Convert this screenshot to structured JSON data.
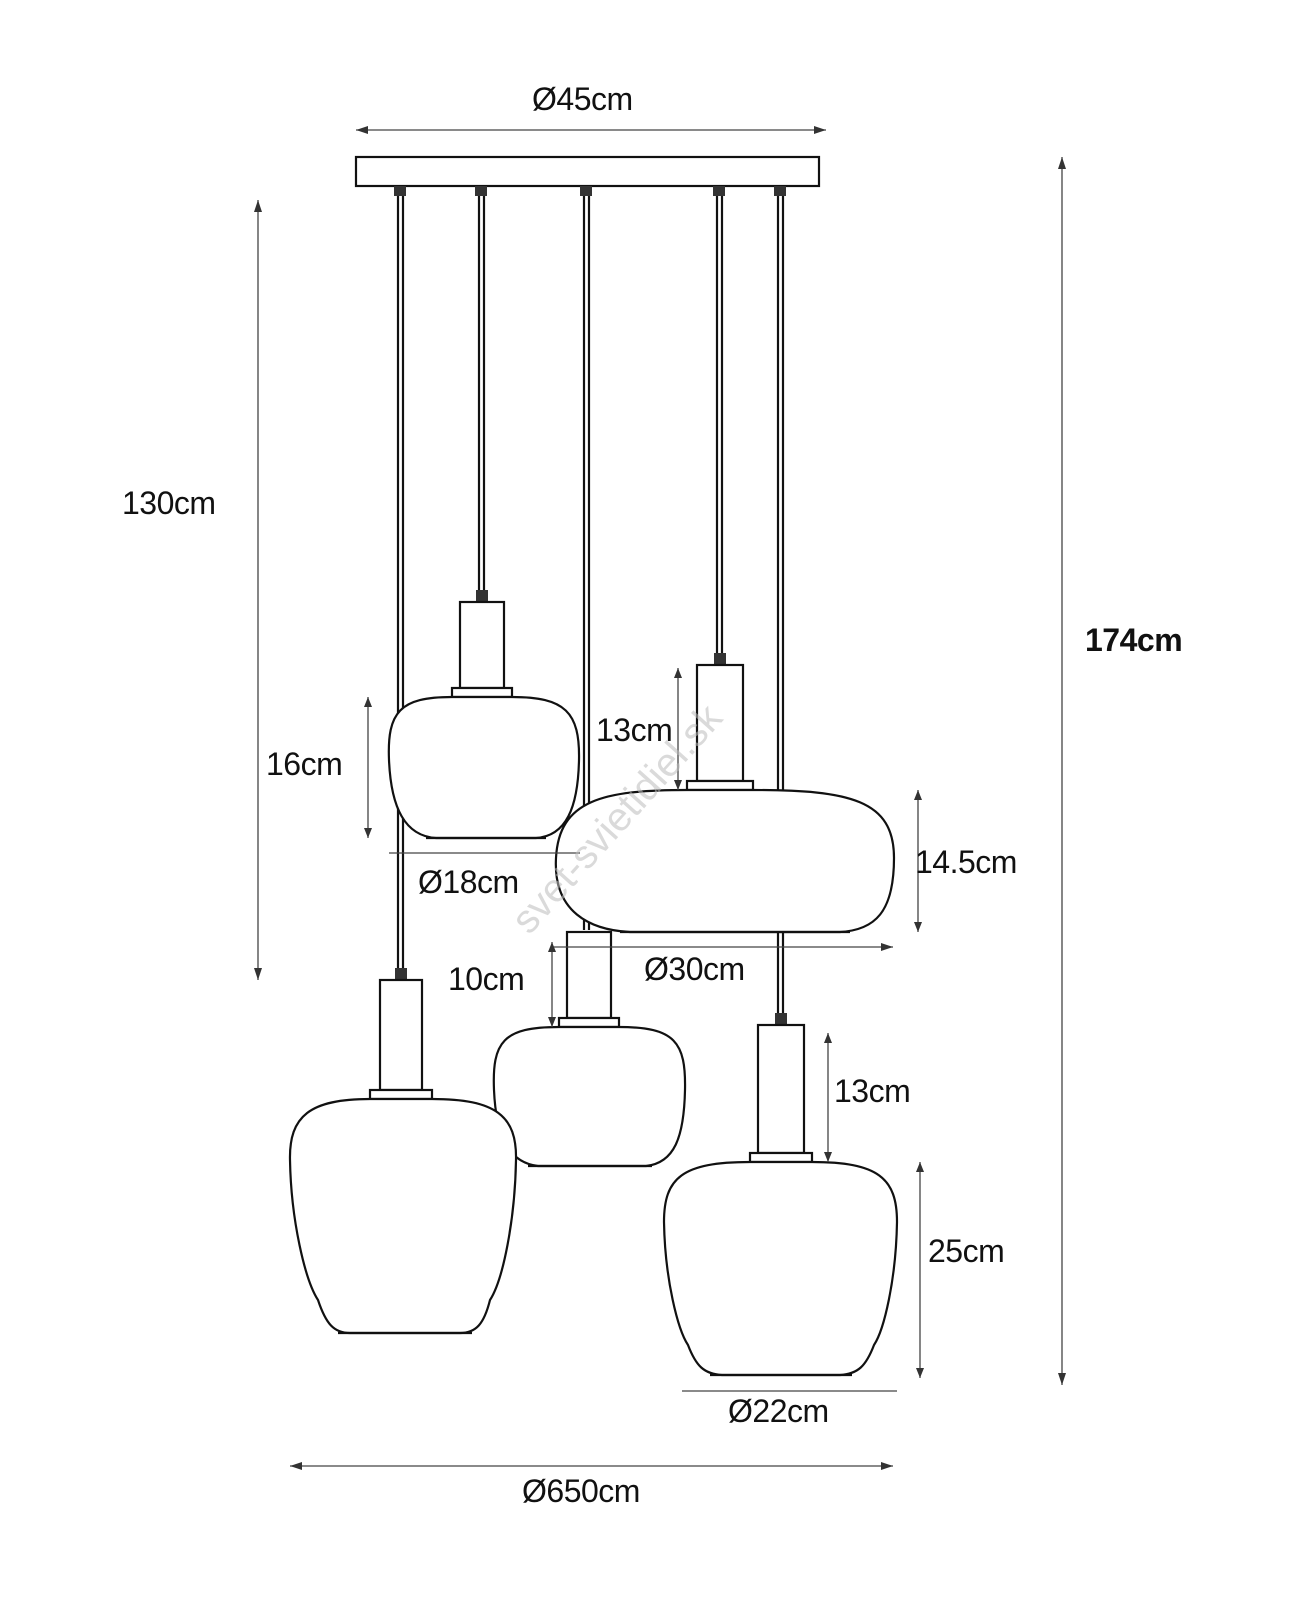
{
  "labels": {
    "canopy_diameter": "Ø45cm",
    "cable_length": "130cm",
    "total_height": "174cm",
    "shade_a_height": "16cm",
    "shade_a_diameter": "Ø18cm",
    "shade_b_neck": "13cm",
    "shade_b_height": "14.5cm",
    "shade_b_diameter": "Ø30cm",
    "shade_c_neck": "10cm",
    "shade_e_neck": "13cm",
    "shade_e_height": "25cm",
    "shade_e_diameter": "Ø22cm",
    "overall_diameter": "Ø650cm"
  },
  "watermark": "svet-svietidiel.sk",
  "colors": {
    "ink": "#111111",
    "background": "#ffffff",
    "watermark": "#bdbdbd"
  }
}
